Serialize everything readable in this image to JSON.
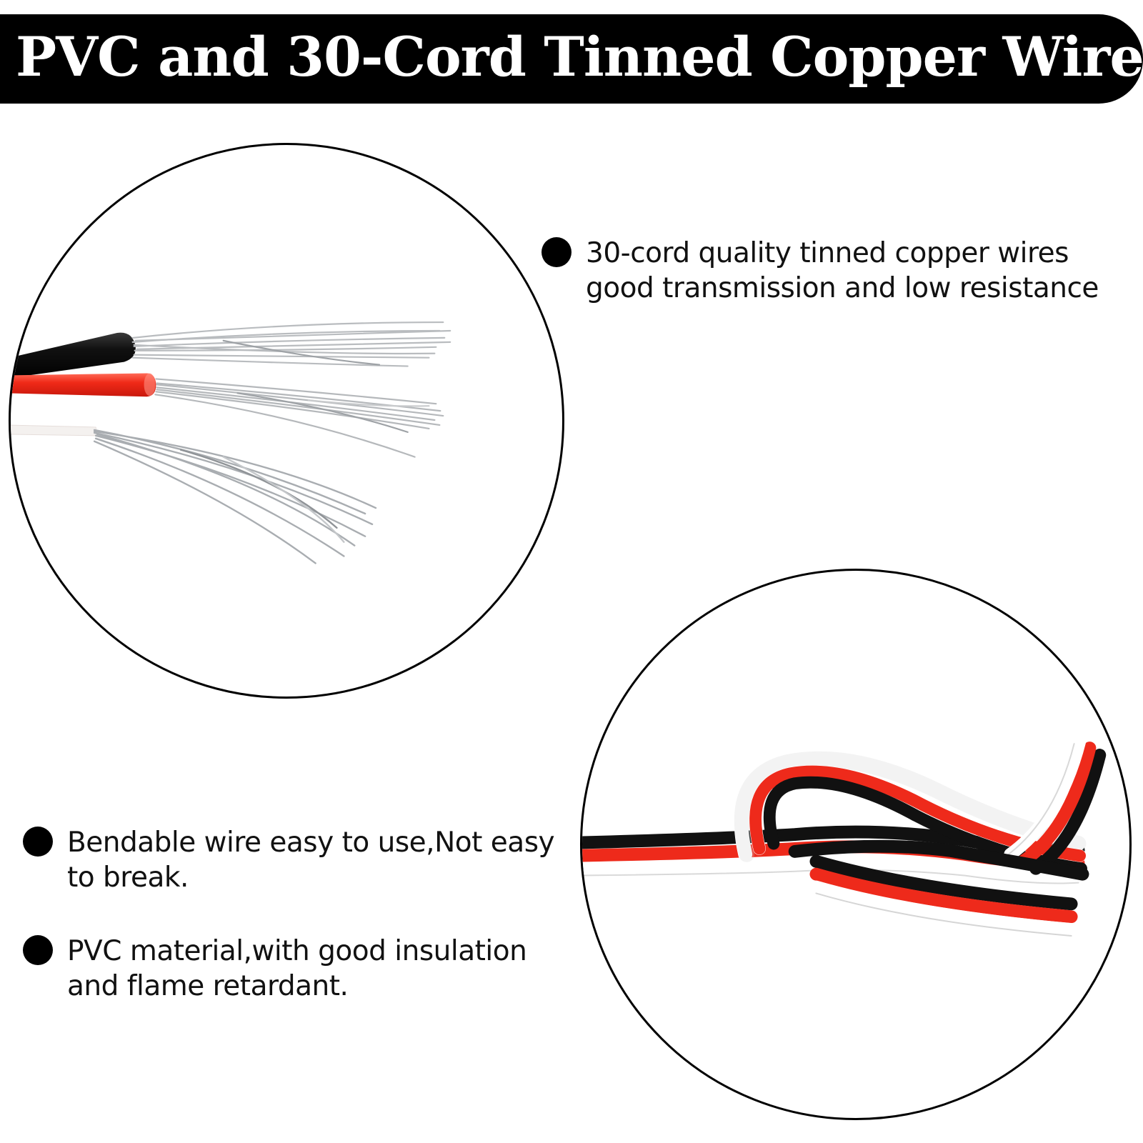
{
  "title": "PVC and 30-Cord Tinned Copper Wire",
  "colors": {
    "banner_background": "#000000",
    "banner_text": "#ffffff",
    "wire_black": "#111111",
    "wire_red": "#ee2a1b",
    "wire_white": "#ffffff",
    "tinned_strands": "#b9bcbf"
  },
  "images": {
    "stripped_wires": "stripped-tinned-wire-ends",
    "knotted_cable": "knotted-three-color-ribbon-cable"
  },
  "features": [
    {
      "icon": "bullet-dot",
      "lines": [
        "30-cord quality tinned copper wires",
        "good transmission and low resistance"
      ]
    },
    {
      "icon": "bullet-dot",
      "lines": [
        "Bendable wire easy to use,Not easy",
        "to break."
      ]
    },
    {
      "icon": "bullet-dot",
      "lines": [
        "PVC material,with good insulation",
        "and flame retardant."
      ]
    }
  ]
}
